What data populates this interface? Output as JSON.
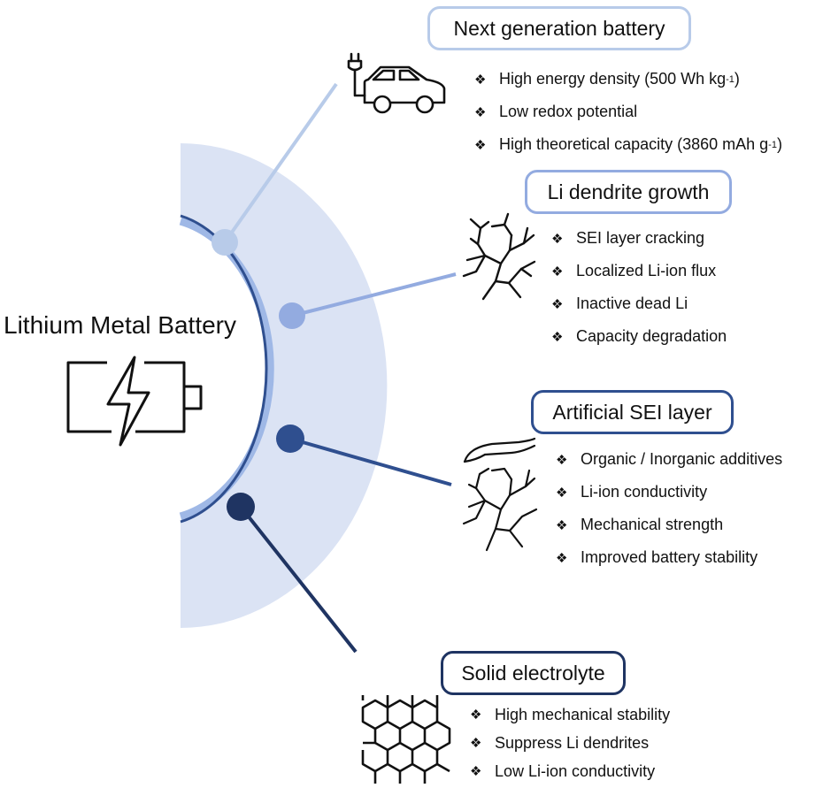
{
  "title": "Lithium Metal Battery",
  "colors": {
    "halo": "#dbe3f4",
    "ring_light": "#9fb8e6",
    "ring_dark": "#2f4f8f",
    "stage1": "#b8cbe9",
    "stage2": "#93abe0",
    "stage3": "#2f4f8f",
    "stage4": "#1f3462"
  },
  "bullet_mark": "❖",
  "sections": [
    {
      "heading": "Next generation battery",
      "icon": "electric-car-icon",
      "items": [
        {
          "text": "High energy density (500 Wh kg",
          "sup": "-1",
          "tail": ")"
        },
        {
          "text": "Low redox potential",
          "sup": "",
          "tail": ""
        },
        {
          "text": "High theoretical capacity (3860 mAh g",
          "sup": "-1",
          "tail": ")"
        }
      ]
    },
    {
      "heading": "Li dendrite growth",
      "icon": "dendrite-icon",
      "items": [
        {
          "text": "SEI layer cracking"
        },
        {
          "text": "Localized Li-ion flux"
        },
        {
          "text": "Inactive dead Li"
        },
        {
          "text": "Capacity degradation"
        }
      ]
    },
    {
      "heading": "Artificial SEI layer",
      "icon": "hand-over-dendrite-icon",
      "items": [
        {
          "text": "Organic / Inorganic additives"
        },
        {
          "text": "Li-ion conductivity"
        },
        {
          "text": "Mechanical strength"
        },
        {
          "text": "Improved battery stability"
        }
      ]
    },
    {
      "heading": "Solid electrolyte",
      "icon": "honeycomb-lattice-icon",
      "items": [
        {
          "text": "High mechanical stability"
        },
        {
          "text": "Suppress Li dendrites"
        },
        {
          "text": "Low Li-ion conductivity"
        }
      ]
    }
  ]
}
